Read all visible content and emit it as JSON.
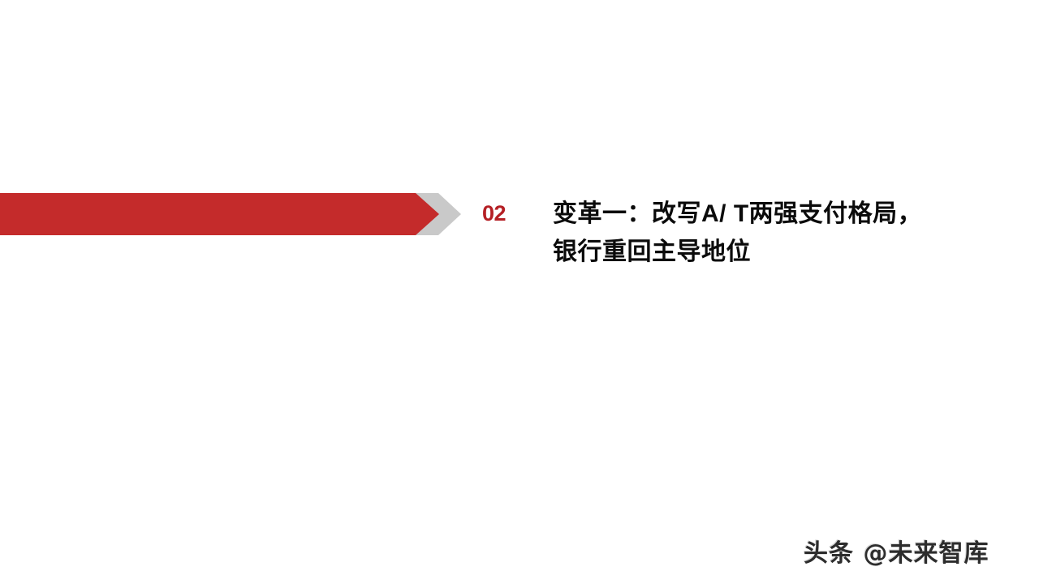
{
  "slide": {
    "background_color": "#FFFFFF",
    "section_number": "02",
    "title_lines": [
      "变革一：改写A/ T两强支付格局，",
      "银行重回主导地位"
    ],
    "watermark": "头条 @未来智库"
  },
  "colors": {
    "banner_red": "#C42B2B",
    "banner_shadow_gray": "#C9C9C9",
    "number_red": "#B52025",
    "title_black": "#0B0B0B",
    "watermark_gray": "#1C1C1C"
  },
  "banner": {
    "shape_name": "right-arrow-bar",
    "shadow_shape_name": "chevron-shadow"
  }
}
